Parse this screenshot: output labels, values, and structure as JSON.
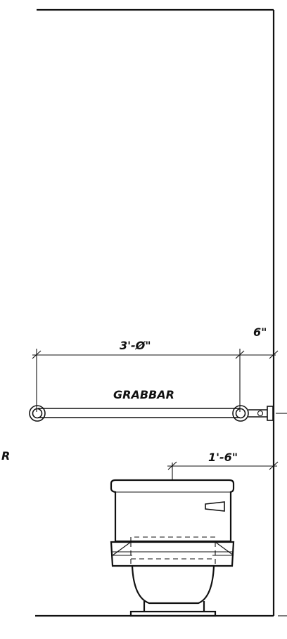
{
  "labels": {
    "grab_bar": "GRABBAR",
    "bar_length": "3'-Ø\"",
    "wall_offset": "6\"",
    "toilet_offset": "1'-6\"",
    "edge_letter": "R"
  }
}
